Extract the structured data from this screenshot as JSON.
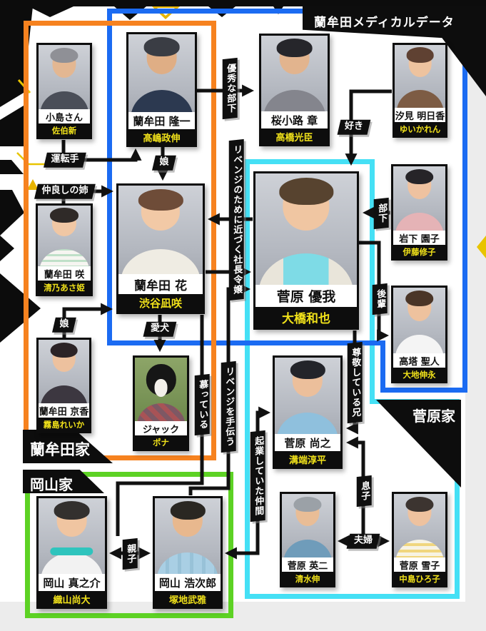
{
  "page": {
    "title": "蘭牟田メディカルデータ"
  },
  "groups": {
    "medical": {
      "label": "蘭牟田メディカルデータ",
      "color": "#1b6bf2"
    },
    "ranmuta": {
      "label": "蘭牟田家",
      "color": "#f6821f"
    },
    "sugawara": {
      "label": "菅原家",
      "color": "#45e0f5"
    },
    "okayama": {
      "label": "岡山家",
      "color": "#5dd224"
    }
  },
  "people": {
    "kojima": {
      "name": "小島さん",
      "actor": "佐伯新"
    },
    "ryuichi": {
      "name": "蘭牟田 隆一",
      "actor": "髙嶋政伸"
    },
    "sakurakoji": {
      "name": "桜小路 章",
      "actor": "高橋光臣"
    },
    "shiomi": {
      "name": "汐見 明日香",
      "actor": "ゆいかれん"
    },
    "saki": {
      "name": "蘭牟田 咲",
      "actor": "清乃あさ姫"
    },
    "hana": {
      "name": "蘭牟田 花",
      "actor": "渋谷凪咲"
    },
    "yuga": {
      "name": "菅原 優我",
      "actor": "大橋和也"
    },
    "sonoko": {
      "name": "岩下 園子",
      "actor": "伊藤修子"
    },
    "masato": {
      "name": "高塔 聖人",
      "actor": "大地伸永"
    },
    "kyoka": {
      "name": "蘭牟田 京香",
      "actor": "霧島れいか"
    },
    "jack": {
      "name": "ジャック",
      "actor": "ポナ"
    },
    "naoyuki": {
      "name": "菅原 尚之",
      "actor": "溝端淳平"
    },
    "shinnosuke": {
      "name": "岡山 真之介",
      "actor": "織山尚大"
    },
    "kojiro": {
      "name": "岡山 浩次郎",
      "actor": "塚地武雅"
    },
    "eiji": {
      "name": "菅原 英二",
      "actor": "清水伸"
    },
    "yukiko": {
      "name": "菅原 雪子",
      "actor": "中島ひろ子"
    }
  },
  "relations": {
    "untenshu": "運転手",
    "yushuna_buka": "優秀な部下",
    "musume_1": "娘",
    "nakayoshi_no_ane": "仲良しの姉",
    "suki": "好き",
    "buka": "部下",
    "kouhai": "後輩",
    "ribenji_chikazuku_1": "リベンジのために",
    "ribenji_chikazuku_2": "近づく社長令嬢",
    "musume_2": "娘",
    "aiken": "愛犬",
    "sonkei_ani": "尊敬している兄",
    "shitatteiru": "慕っている",
    "ribenji_tetsudau": "リベンジを手伝う",
    "kigyo_nakama": "起業していた仲間",
    "musuko": "息子",
    "fuufu": "夫婦",
    "oyako": "親子"
  }
}
